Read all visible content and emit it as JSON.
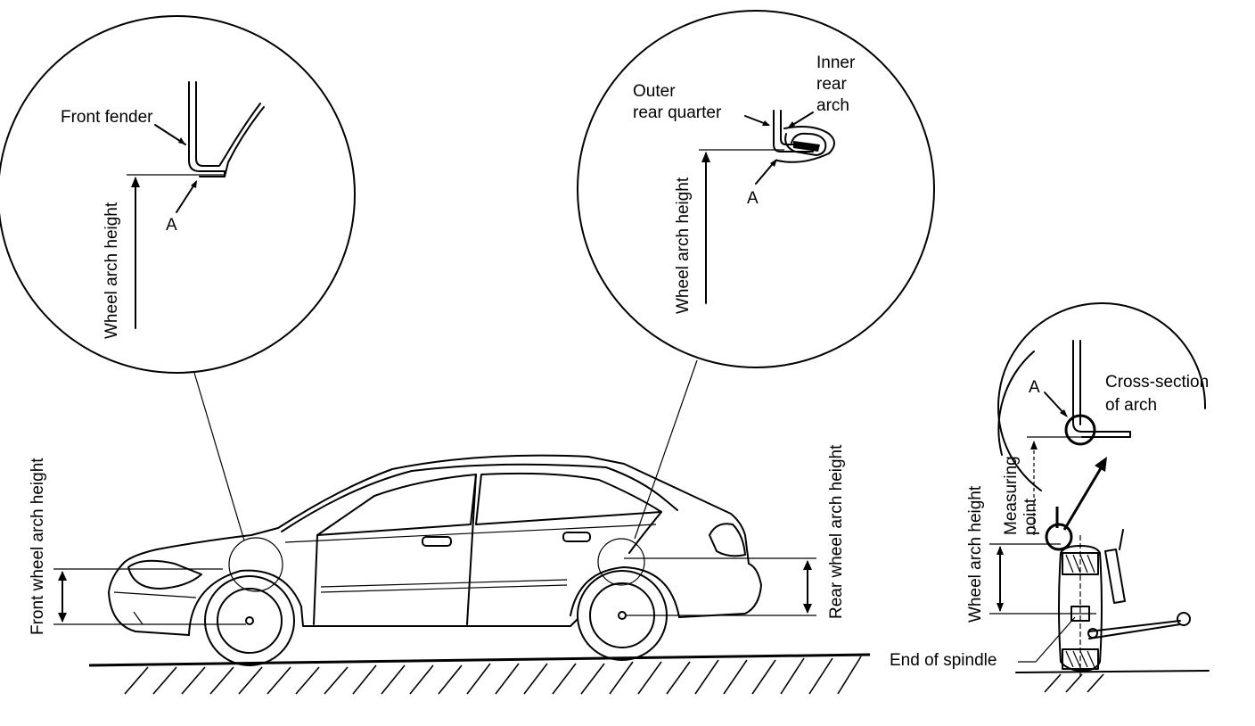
{
  "labels": {
    "front_fender": "Front fender",
    "a_front": "A",
    "wheel_arch_height_front_detail": "Wheel arch height",
    "outer_rear_quarter_line1": "Outer",
    "outer_rear_quarter_line2": "rear quarter",
    "inner_rear_arch_line1": "Inner",
    "inner_rear_arch_line2": "rear",
    "inner_rear_arch_line3": "arch",
    "a_rear": "A",
    "wheel_arch_height_rear_detail": "Wheel arch height",
    "front_wheel_arch_height": "Front wheel arch height",
    "rear_wheel_arch_height": "Rear wheel arch height",
    "a_cross": "A",
    "cross_section_line1": "Cross-section",
    "cross_section_line2": "of arch",
    "measuring_point_line1": "Measuring",
    "measuring_point_line2": "point",
    "wheel_arch_height_side": "Wheel arch height",
    "end_of_spindle": "End of spindle"
  }
}
